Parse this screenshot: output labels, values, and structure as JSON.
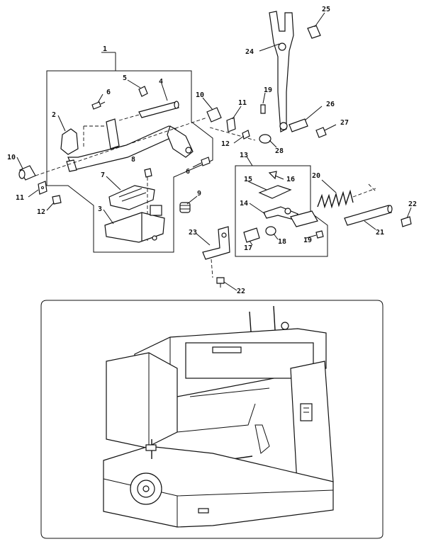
{
  "labels": {
    "l1": "1",
    "l2": "2",
    "l3": "3",
    "l4": "4",
    "l5": "5",
    "l6a": "6",
    "l6b": "6",
    "l7": "7",
    "l8": "8",
    "l9": "9",
    "l10a": "10",
    "l10b": "10",
    "l11a": "11",
    "l11b": "11",
    "l12a": "12",
    "l12b": "12",
    "l13": "13",
    "l14": "14",
    "l15": "15",
    "l16": "16",
    "l17": "17",
    "l18": "18",
    "l19a": "19",
    "l19b": "19",
    "l20": "20",
    "l21": "21",
    "l22a": "22",
    "l22b": "22",
    "l23": "23",
    "l24": "24",
    "l25": "25",
    "l26": "26",
    "l27": "27",
    "l28": "28"
  }
}
